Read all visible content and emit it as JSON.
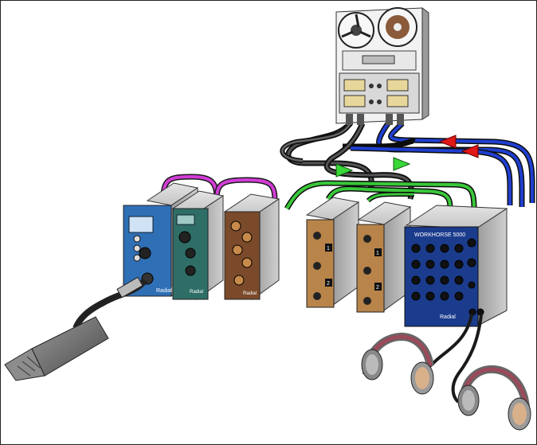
{
  "colors": {
    "mic_cable": "#2b2b2b",
    "patch_magenta": "#d23dd6",
    "send_green": "#39c83a",
    "return_blue": "#1432c8",
    "tape_gray": "#3a3a3a",
    "arrow_green": "#38d838",
    "arrow_red": "#e01818",
    "box_gray": "#b9b9b9",
    "panel_blue": "#2f6fb5",
    "panel_teal": "#2e6e66",
    "panel_brown": "#7a4a2a",
    "panel_tan": "#b8844a",
    "panel_navy": "#1b3c8c"
  },
  "devices": {
    "workhorse_label": "WORKHORSE 5000",
    "channel_1": "1",
    "channel_2": "2",
    "brand_1": "Radial",
    "brand_2": "Radial",
    "brand_3": "Radial"
  },
  "icons": [
    "microphone-icon",
    "headphones-icon",
    "tape-machine-icon",
    "arrow-icon"
  ]
}
